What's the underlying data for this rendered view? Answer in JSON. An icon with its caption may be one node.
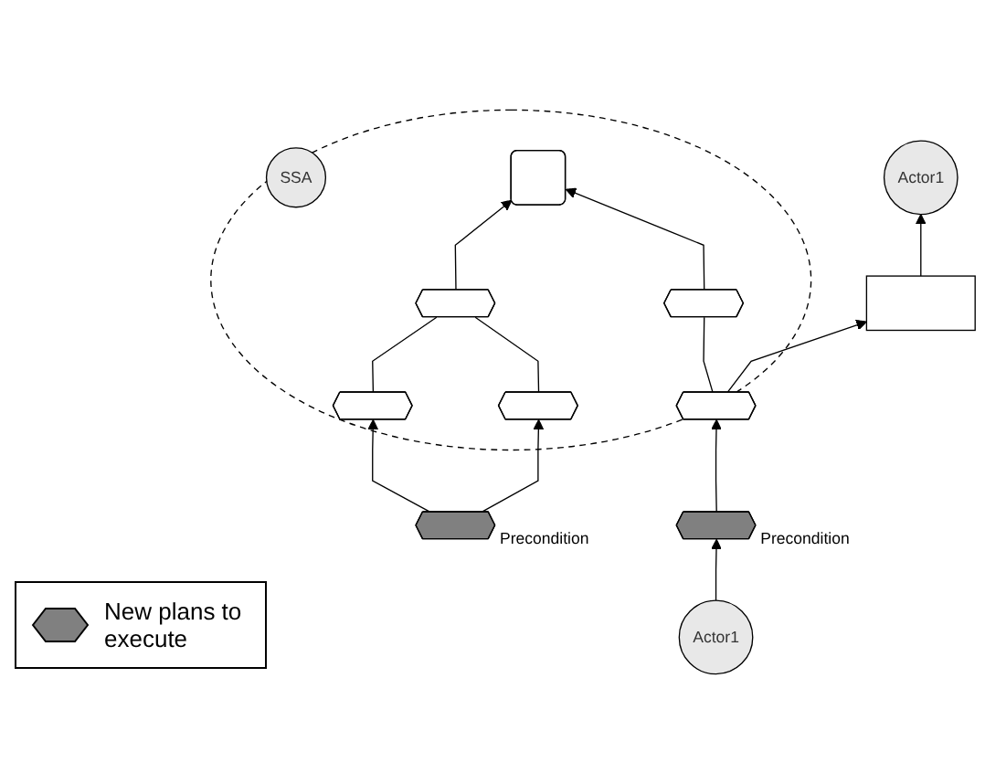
{
  "diagram": {
    "nodes": [
      {
        "text": [],
        "shape": "ellipse"
      },
      {
        "text": [
          "SSA"
        ],
        "in": 0
      },
      {
        "text": [],
        "shape": "box",
        "in": 0
      },
      {
        "text": [],
        "shape": "hexagon",
        "in": 0
      },
      {
        "text": [],
        "shape": "hexagon",
        "in": 0
      },
      {
        "text": [],
        "shape": "hexagon",
        "in": 0
      },
      {
        "text": [],
        "shape": "hexagon",
        "in": 0
      },
      {
        "text": [],
        "shape": "hexagon",
        "in": 0
      },
      {
        "text": [],
        "shape": "hexagon",
        "beside": [
          "Precondition"
        ]
      },
      {
        "text": [],
        "shape": "box"
      },
      {
        "text": [
          "Actor1"
        ]
      },
      {
        "text": [],
        "shape": "hexagon",
        "beside": [
          "Precondition"
        ]
      },
      {
        "text": [
          "Actor1"
        ]
      }
    ],
    "edges": [
      {
        "from": 3,
        "to": 2,
        "arrow": "to"
      },
      {
        "from": 4,
        "to": 2,
        "arrow": "to"
      },
      {
        "from": 5,
        "to": 3,
        "arrow": "none"
      },
      {
        "from": 6,
        "to": 3,
        "arrow": "none"
      },
      {
        "from": 7,
        "to": 4,
        "arrow": "none"
      },
      {
        "from": 8,
        "to": 5,
        "arrow": "to"
      },
      {
        "from": 8,
        "to": 6,
        "arrow": "to"
      },
      {
        "from": 7,
        "to": 9,
        "arrow": "to"
      },
      {
        "from": 9,
        "to": 10,
        "arrow": "to"
      },
      {
        "from": 11,
        "to": 7,
        "arrow": "to"
      },
      {
        "from": 12,
        "to": 11,
        "arrow": "to"
      }
    ],
    "legend": [
      {
        "text": "New plans to execute"
      }
    ]
  }
}
